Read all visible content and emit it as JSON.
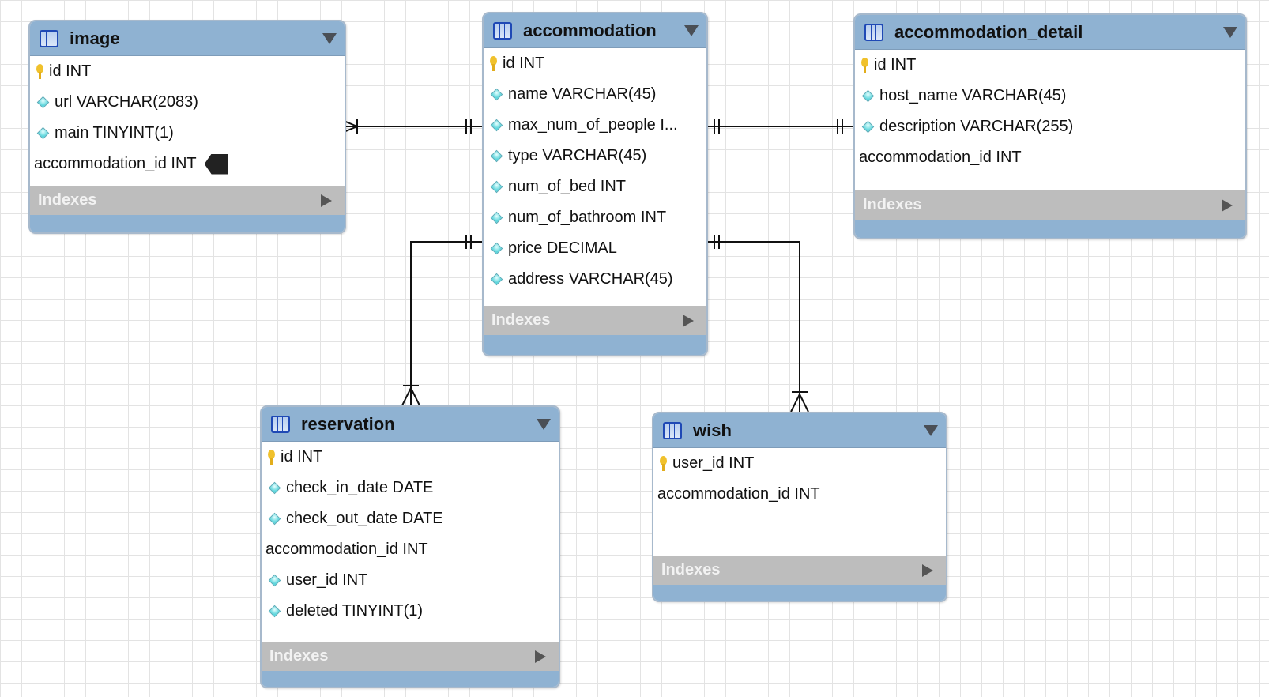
{
  "colors": {
    "header": "#8fb2d2",
    "indexes_bar": "#bdbdbd",
    "relationship_line": "#111111"
  },
  "tables": {
    "image": {
      "name": "image",
      "columns": [
        {
          "text": "id INT",
          "icon": "primary-key-icon"
        },
        {
          "text": "url VARCHAR(2083)",
          "icon": "column-diamond-icon"
        },
        {
          "text": "main TINYINT(1)",
          "icon": "column-diamond-icon"
        },
        {
          "text": "accommodation_id INT",
          "icon": "none"
        }
      ],
      "indexes_label": "Indexes"
    },
    "accommodation": {
      "name": "accommodation",
      "columns": [
        {
          "text": "id INT",
          "icon": "primary-key-icon"
        },
        {
          "text": "name VARCHAR(45)",
          "icon": "column-diamond-icon"
        },
        {
          "text": "max_num_of_people I...",
          "icon": "column-diamond-icon"
        },
        {
          "text": "type VARCHAR(45)",
          "icon": "column-diamond-icon"
        },
        {
          "text": "num_of_bed INT",
          "icon": "column-diamond-icon"
        },
        {
          "text": "num_of_bathroom INT",
          "icon": "column-diamond-icon"
        },
        {
          "text": "price DECIMAL",
          "icon": "column-diamond-icon"
        },
        {
          "text": "address VARCHAR(45)",
          "icon": "column-diamond-icon"
        }
      ],
      "indexes_label": "Indexes"
    },
    "accommodation_detail": {
      "name": "accommodation_detail",
      "columns": [
        {
          "text": "id INT",
          "icon": "primary-key-icon"
        },
        {
          "text": "host_name VARCHAR(45)",
          "icon": "column-diamond-icon"
        },
        {
          "text": "description VARCHAR(255)",
          "icon": "column-diamond-icon"
        },
        {
          "text": "accommodation_id INT",
          "icon": "none"
        }
      ],
      "indexes_label": "Indexes"
    },
    "reservation": {
      "name": "reservation",
      "columns": [
        {
          "text": "id INT",
          "icon": "primary-key-icon"
        },
        {
          "text": "check_in_date DATE",
          "icon": "column-diamond-icon"
        },
        {
          "text": "check_out_date DATE",
          "icon": "column-diamond-icon"
        },
        {
          "text": "accommodation_id INT",
          "icon": "none"
        },
        {
          "text": "user_id INT",
          "icon": "column-diamond-icon"
        },
        {
          "text": "deleted TINYINT(1)",
          "icon": "column-diamond-icon"
        }
      ],
      "indexes_label": "Indexes"
    },
    "wish": {
      "name": "wish",
      "columns": [
        {
          "text": "user_id INT",
          "icon": "primary-key-icon"
        },
        {
          "text": "accommodation_id INT",
          "icon": "none"
        }
      ],
      "indexes_label": "Indexes"
    }
  },
  "relationships": [
    {
      "from": "accommodation",
      "to": "image",
      "from_end": "one-and-only-one",
      "to_end": "one-or-many"
    },
    {
      "from": "accommodation",
      "to": "accommodation_detail",
      "from_end": "one-and-only-one",
      "to_end": "one-and-only-one"
    },
    {
      "from": "accommodation",
      "to": "reservation",
      "from_end": "one-and-only-one",
      "to_end": "one-or-many"
    },
    {
      "from": "accommodation",
      "to": "wish",
      "from_end": "one-and-only-one",
      "to_end": "one-or-many"
    }
  ]
}
